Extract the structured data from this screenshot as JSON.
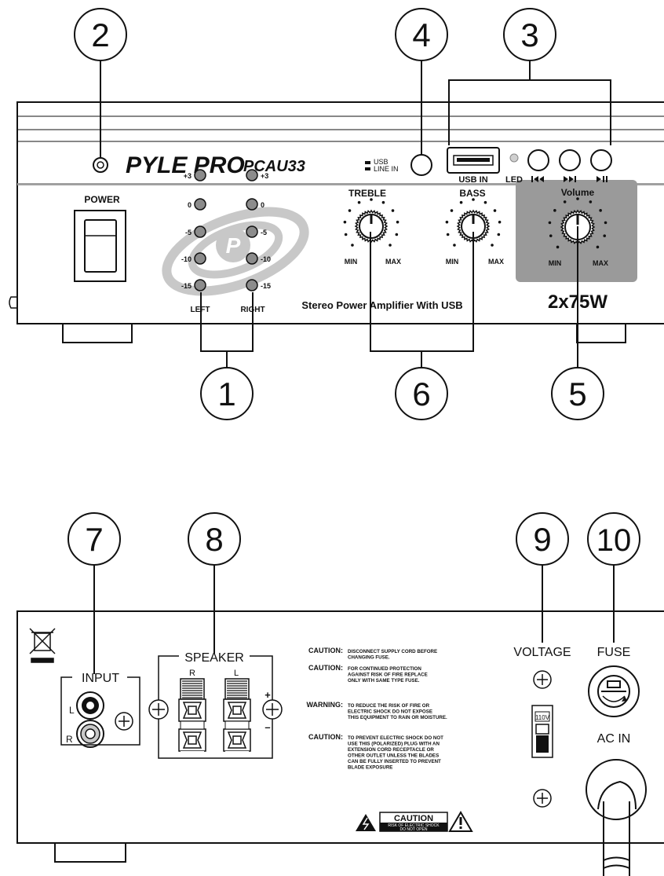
{
  "callouts": [
    "1",
    "2",
    "3",
    "4",
    "5",
    "6",
    "7",
    "8",
    "9",
    "10"
  ],
  "front": {
    "brand": "PYLE PRO",
    "model": "PCAU33",
    "power_label": "POWER",
    "input_switch": {
      "usb": "USB",
      "line_in": "LINE IN"
    },
    "usb_label": "USB IN",
    "led_label": "LED",
    "transport": [
      "prev-icon",
      "next-icon",
      "play-pause-icon"
    ],
    "meter": {
      "levels": [
        "+3",
        "0",
        "-5",
        "-10",
        "-15"
      ],
      "left_label": "LEFT",
      "right_label": "RIGHT"
    },
    "treble": {
      "label": "TREBLE",
      "min": "MIN",
      "max": "MAX"
    },
    "bass": {
      "label": "BASS",
      "min": "MIN",
      "max": "MAX"
    },
    "volume": {
      "label": "Volume",
      "min": "MIN",
      "max": "MAX"
    },
    "tagline": "Stereo Power Amplifier With USB",
    "power_rating": "2x75W"
  },
  "rear": {
    "input": {
      "label": "INPUT",
      "left": "L",
      "right": "R"
    },
    "speaker": {
      "label": "SPEAKER",
      "right": "R",
      "left": "L",
      "plus": "+",
      "minus": "–"
    },
    "cautions": [
      {
        "head": "CAUTION:",
        "lines": [
          "DISCONNECT SUPPLY CORD BEFORE",
          "CHANGING FUSE."
        ]
      },
      {
        "head": "CAUTION:",
        "lines": [
          "FOR CONTINUED PROTECTION",
          "AGAINST RISK OF FIRE REPLACE",
          "ONLY WITH SAME TYPE FUSE."
        ]
      },
      {
        "head": "WARNING:",
        "lines": [
          "TO REDUCE THE RISK OF FIRE OR",
          "ELECTRIC SHOCK DO NOT EXPOSE",
          "THIS EQUIPMENT TO RAIN OR MOISTURE."
        ]
      },
      {
        "head": "CAUTION:",
        "lines": [
          "TO PREVENT ELECTRIC SHOCK DO NOT",
          "USE THIS (POLARIZED) PLUG WITH AN",
          "EXTENSION CORD RECEPTACLE OR",
          "OTHER OUTLET UNLESS THE BLADES",
          "CAN BE FULLY INSERTED TO PREVENT",
          "BLADE EXPOSURE"
        ]
      }
    ],
    "caution_box": {
      "title": "CAUTION",
      "sub1": "RISK OF ELECTRIC SHOCK",
      "sub2": "DO NOT OPEN"
    },
    "voltage_label": "VOLTAGE",
    "voltage_value": "110V",
    "fuse_label": "FUSE",
    "ac_in_label": "AC IN"
  },
  "colors": {
    "ink": "#111111",
    "panel_grey": "#9a9a9a",
    "led_grey": "#8c8c8c",
    "logo_grey": "#c8c8c8"
  }
}
